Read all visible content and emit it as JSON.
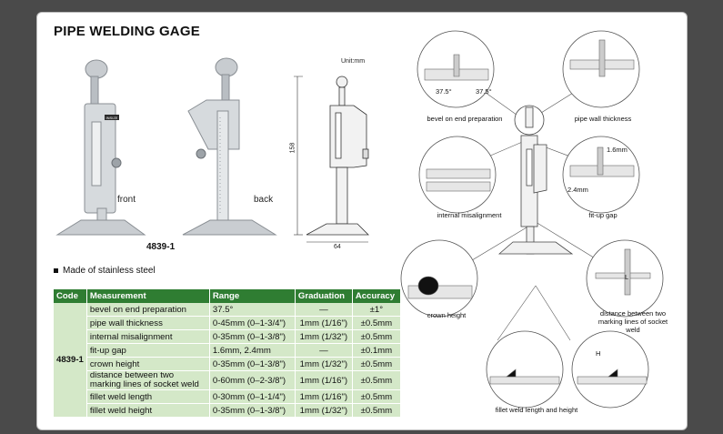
{
  "title": "PIPE WELDING GAGE",
  "photos": {
    "front_label": "front",
    "back_label": "back",
    "brand": "INSIZE"
  },
  "model": "4839-1",
  "drawing": {
    "unit": "Unit:mm",
    "height_dim": "158",
    "width_dim": "64"
  },
  "note": "Made of stainless steel",
  "table": {
    "headers": [
      "Code",
      "Measurement",
      "Range",
      "Graduation",
      "Accuracy"
    ],
    "code": "4839-1",
    "rows": [
      {
        "measurement": "bevel on end preparation",
        "range": "37.5°",
        "graduation": "—",
        "accuracy": "±1°"
      },
      {
        "measurement": "pipe wall thickness",
        "range": "0-45mm (0–1-3/4\")",
        "graduation": "1mm (1/16\")",
        "accuracy": "±0.5mm"
      },
      {
        "measurement": "internal misalignment",
        "range": "0-35mm (0–1-3/8\")",
        "graduation": "1mm (1/32\")",
        "accuracy": "±0.5mm"
      },
      {
        "measurement": "fit-up gap",
        "range": "1.6mm, 2.4mm",
        "graduation": "—",
        "accuracy": "±0.1mm"
      },
      {
        "measurement": "crown height",
        "range": "0-35mm (0–1-3/8\")",
        "graduation": "1mm (1/32\")",
        "accuracy": "±0.5mm"
      },
      {
        "measurement": "distance between two marking lines of socket weld",
        "range": "0-60mm (0–2-3/8\")",
        "graduation": "1mm (1/16\")",
        "accuracy": "±0.5mm"
      },
      {
        "measurement": "fillet weld length",
        "range": "0-30mm (0–1-1/4\")",
        "graduation": "1mm (1/16\")",
        "accuracy": "±0.5mm"
      },
      {
        "measurement": "fillet weld height",
        "range": "0-35mm (0–1-3/8\")",
        "graduation": "1mm (1/32\")",
        "accuracy": "±0.5mm"
      }
    ]
  },
  "diagram": {
    "bevel": "bevel on end preparation",
    "bevel_left": "37.5°",
    "bevel_right": "37.5°",
    "pipe_wall": "pipe wall thickness",
    "internal": "internal misalignment",
    "fitup": "fit-up gap",
    "fitup_a": "1.6mm",
    "fitup_b": "2.4mm",
    "crown": "crown height",
    "distance": "distance between two marking lines of socket weld",
    "fillet": "fillet weld length and height",
    "mark_l": "L",
    "mark_h": "H"
  },
  "colors": {
    "header_green": "#2f7d32",
    "row_green": "#d4e8c8"
  }
}
